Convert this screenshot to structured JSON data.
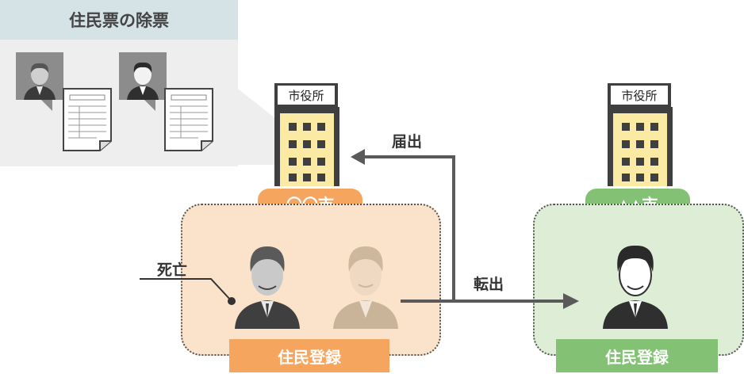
{
  "removal_panel": {
    "title": "住民票の除票"
  },
  "buildings": [
    {
      "sign": "市役所",
      "city": "〇〇市"
    },
    {
      "sign": "市役所",
      "city": "▲▲市"
    }
  ],
  "arrows": {
    "notify": "届出",
    "move_out": "転出"
  },
  "death_label": "死亡",
  "registers": [
    {
      "label": "住民登録"
    },
    {
      "label": "住民登録"
    }
  ],
  "colors": {
    "orange": "#f5a55e",
    "orange_fill": "#fbe2cb",
    "green": "#83c274",
    "green_fill": "#deedd5",
    "building": "#faeaa3",
    "dark": "#3f3f3f"
  }
}
